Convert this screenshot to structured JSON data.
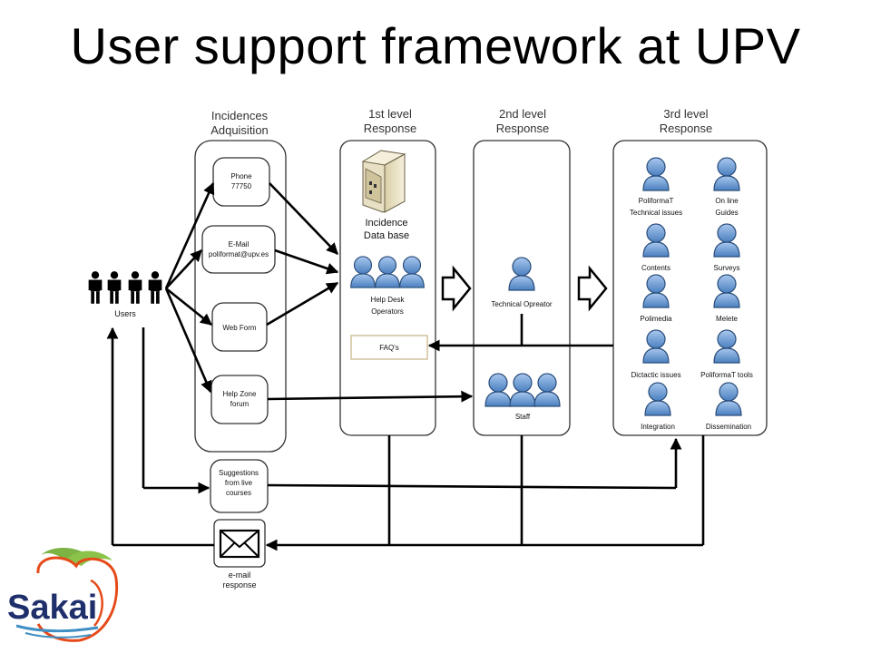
{
  "title": "User support framework at UPV",
  "users": {
    "label": "Users"
  },
  "columns": {
    "adquisition": {
      "line1": "Incidences",
      "line2": "Adquisition"
    },
    "level1": {
      "line1": "1st level",
      "line2": "Response"
    },
    "level2": {
      "line1": "2nd level",
      "line2": "Response"
    },
    "level3": {
      "line1": "3rd level",
      "line2": "Response"
    }
  },
  "channels": {
    "phone": {
      "line1": "Phone",
      "line2": "77750"
    },
    "email": {
      "line1": "E-Mail",
      "line2": "poliformat@upv.es"
    },
    "webform": {
      "line1": "Web Form"
    },
    "helpzone": {
      "line1": "Help Zone",
      "line2": "forum"
    },
    "suggestions": {
      "line1": "Suggestions",
      "line2": "from live",
      "line3": "courses"
    },
    "email_response": {
      "line1": "e-mail",
      "line2": "response"
    }
  },
  "level1": {
    "database": {
      "line1": "Incidence",
      "line2": "Data base"
    },
    "operators": {
      "line1": "Help Desk",
      "line2": "Operators"
    },
    "faqs": "FAQ's"
  },
  "level2": {
    "technical_operator": "Technical Opreator",
    "staff": "Staff"
  },
  "level3": {
    "roles": [
      {
        "line1": "PoliformaT",
        "line2": "Technical issues"
      },
      {
        "line1": "On line",
        "line2": "Guides"
      },
      {
        "line1": "Contents",
        "line2": ""
      },
      {
        "line1": "Surveys",
        "line2": ""
      },
      {
        "line1": "Polimedia",
        "line2": ""
      },
      {
        "line1": "Melete",
        "line2": ""
      },
      {
        "line1": "Dictactic issues",
        "line2": ""
      },
      {
        "line1": "PoliformaT tools",
        "line2": ""
      },
      {
        "line1": "Integration",
        "line2": ""
      },
      {
        "line1": "Dissemination",
        "line2": ""
      }
    ]
  },
  "logo": {
    "text": "Sakai"
  },
  "colors": {
    "person_fill": "#6f9fd8",
    "person_stroke": "#2a4d7a",
    "logo_green": "#7cb342",
    "logo_red": "#e64a19",
    "logo_blue": "#3f8fc4",
    "logo_text": "#1f2f6b"
  }
}
